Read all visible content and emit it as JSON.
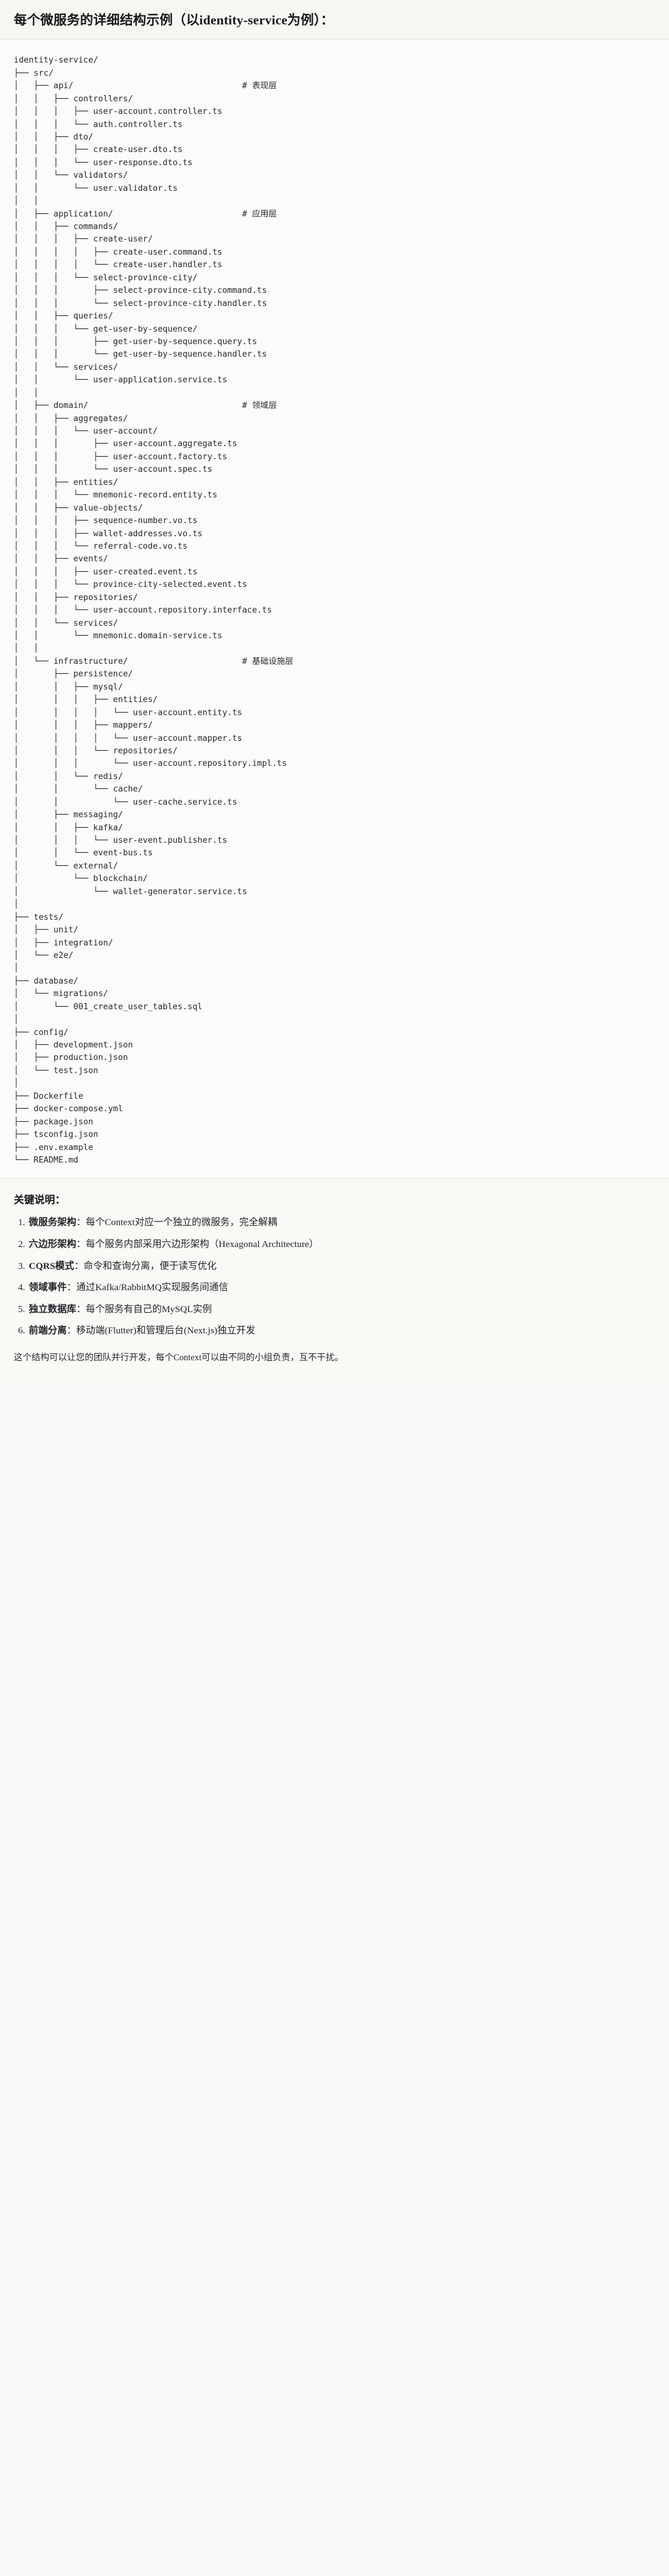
{
  "header": {
    "title": "每个微服务的详细结构示例（以identity-service为例）："
  },
  "tree": {
    "comment_column": 46,
    "lines": [
      {
        "text": "identity-service/",
        "comment": ""
      },
      {
        "text": "├── src/",
        "comment": ""
      },
      {
        "text": "│   ├── api/",
        "comment": "# 表现层"
      },
      {
        "text": "│   │   ├── controllers/",
        "comment": ""
      },
      {
        "text": "│   │   │   ├── user-account.controller.ts",
        "comment": ""
      },
      {
        "text": "│   │   │   └── auth.controller.ts",
        "comment": ""
      },
      {
        "text": "│   │   ├── dto/",
        "comment": ""
      },
      {
        "text": "│   │   │   ├── create-user.dto.ts",
        "comment": ""
      },
      {
        "text": "│   │   │   └── user-response.dto.ts",
        "comment": ""
      },
      {
        "text": "│   │   └── validators/",
        "comment": ""
      },
      {
        "text": "│   │       └── user.validator.ts",
        "comment": ""
      },
      {
        "text": "│   │",
        "comment": ""
      },
      {
        "text": "│   ├── application/",
        "comment": "# 应用层"
      },
      {
        "text": "│   │   ├── commands/",
        "comment": ""
      },
      {
        "text": "│   │   │   ├── create-user/",
        "comment": ""
      },
      {
        "text": "│   │   │   │   ├── create-user.command.ts",
        "comment": ""
      },
      {
        "text": "│   │   │   │   └── create-user.handler.ts",
        "comment": ""
      },
      {
        "text": "│   │   │   └── select-province-city/",
        "comment": ""
      },
      {
        "text": "│   │   │       ├── select-province-city.command.ts",
        "comment": ""
      },
      {
        "text": "│   │   │       └── select-province-city.handler.ts",
        "comment": ""
      },
      {
        "text": "│   │   ├── queries/",
        "comment": ""
      },
      {
        "text": "│   │   │   └── get-user-by-sequence/",
        "comment": ""
      },
      {
        "text": "│   │   │       ├── get-user-by-sequence.query.ts",
        "comment": ""
      },
      {
        "text": "│   │   │       └── get-user-by-sequence.handler.ts",
        "comment": ""
      },
      {
        "text": "│   │   └── services/",
        "comment": ""
      },
      {
        "text": "│   │       └── user-application.service.ts",
        "comment": ""
      },
      {
        "text": "│   │",
        "comment": ""
      },
      {
        "text": "│   ├── domain/",
        "comment": "# 领域层"
      },
      {
        "text": "│   │   ├── aggregates/",
        "comment": ""
      },
      {
        "text": "│   │   │   └── user-account/",
        "comment": ""
      },
      {
        "text": "│   │   │       ├── user-account.aggregate.ts",
        "comment": ""
      },
      {
        "text": "│   │   │       ├── user-account.factory.ts",
        "comment": ""
      },
      {
        "text": "│   │   │       └── user-account.spec.ts",
        "comment": ""
      },
      {
        "text": "│   │   ├── entities/",
        "comment": ""
      },
      {
        "text": "│   │   │   └── mnemonic-record.entity.ts",
        "comment": ""
      },
      {
        "text": "│   │   ├── value-objects/",
        "comment": ""
      },
      {
        "text": "│   │   │   ├── sequence-number.vo.ts",
        "comment": ""
      },
      {
        "text": "│   │   │   ├── wallet-addresses.vo.ts",
        "comment": ""
      },
      {
        "text": "│   │   │   └── referral-code.vo.ts",
        "comment": ""
      },
      {
        "text": "│   │   ├── events/",
        "comment": ""
      },
      {
        "text": "│   │   │   ├── user-created.event.ts",
        "comment": ""
      },
      {
        "text": "│   │   │   └── province-city-selected.event.ts",
        "comment": ""
      },
      {
        "text": "│   │   ├── repositories/",
        "comment": ""
      },
      {
        "text": "│   │   │   └── user-account.repository.interface.ts",
        "comment": ""
      },
      {
        "text": "│   │   └── services/",
        "comment": ""
      },
      {
        "text": "│   │       └── mnemonic.domain-service.ts",
        "comment": ""
      },
      {
        "text": "│   │",
        "comment": ""
      },
      {
        "text": "│   └── infrastructure/",
        "comment": "# 基础设施层"
      },
      {
        "text": "│       ├── persistence/",
        "comment": ""
      },
      {
        "text": "│       │   ├── mysql/",
        "comment": ""
      },
      {
        "text": "│       │   │   ├── entities/",
        "comment": ""
      },
      {
        "text": "│       │   │   │   └── user-account.entity.ts",
        "comment": ""
      },
      {
        "text": "│       │   │   ├── mappers/",
        "comment": ""
      },
      {
        "text": "│       │   │   │   └── user-account.mapper.ts",
        "comment": ""
      },
      {
        "text": "│       │   │   └── repositories/",
        "comment": ""
      },
      {
        "text": "│       │   │       └── user-account.repository.impl.ts",
        "comment": ""
      },
      {
        "text": "│       │   └── redis/",
        "comment": ""
      },
      {
        "text": "│       │       └── cache/",
        "comment": ""
      },
      {
        "text": "│       │           └── user-cache.service.ts",
        "comment": ""
      },
      {
        "text": "│       ├── messaging/",
        "comment": ""
      },
      {
        "text": "│       │   ├── kafka/",
        "comment": ""
      },
      {
        "text": "│       │   │   └── user-event.publisher.ts",
        "comment": ""
      },
      {
        "text": "│       │   └── event-bus.ts",
        "comment": ""
      },
      {
        "text": "│       └── external/",
        "comment": ""
      },
      {
        "text": "│           └── blockchain/",
        "comment": ""
      },
      {
        "text": "│               └── wallet-generator.service.ts",
        "comment": ""
      },
      {
        "text": "│",
        "comment": ""
      },
      {
        "text": "├── tests/",
        "comment": ""
      },
      {
        "text": "│   ├── unit/",
        "comment": ""
      },
      {
        "text": "│   ├── integration/",
        "comment": ""
      },
      {
        "text": "│   └── e2e/",
        "comment": ""
      },
      {
        "text": "│",
        "comment": ""
      },
      {
        "text": "├── database/",
        "comment": ""
      },
      {
        "text": "│   └── migrations/",
        "comment": ""
      },
      {
        "text": "│       └── 001_create_user_tables.sql",
        "comment": ""
      },
      {
        "text": "│",
        "comment": ""
      },
      {
        "text": "├── config/",
        "comment": ""
      },
      {
        "text": "│   ├── development.json",
        "comment": ""
      },
      {
        "text": "│   ├── production.json",
        "comment": ""
      },
      {
        "text": "│   └── test.json",
        "comment": ""
      },
      {
        "text": "│",
        "comment": ""
      },
      {
        "text": "├── Dockerfile",
        "comment": ""
      },
      {
        "text": "├── docker-compose.yml",
        "comment": ""
      },
      {
        "text": "├── package.json",
        "comment": ""
      },
      {
        "text": "├── tsconfig.json",
        "comment": ""
      },
      {
        "text": "├── .env.example",
        "comment": ""
      },
      {
        "text": "└── README.md",
        "comment": ""
      }
    ]
  },
  "notes": {
    "title": "关键说明：",
    "items": [
      {
        "label": "微服务架构",
        "sep": "：",
        "text": "每个Context对应一个独立的微服务，完全解耦"
      },
      {
        "label": "六边形架构",
        "sep": "：",
        "text": "每个服务内部采用六边形架构（Hexagonal Architecture）"
      },
      {
        "label": "CQRS模式",
        "sep": "：",
        "text": "命令和查询分离，便于读写优化"
      },
      {
        "label": "领域事件",
        "sep": "：",
        "text": "通过Kafka/RabbitMQ实现服务间通信"
      },
      {
        "label": "独立数据库",
        "sep": "：",
        "text": "每个服务有自己的MySQL实例"
      },
      {
        "label": "前端分离",
        "sep": "：",
        "text": "移动端(Flutter)和管理后台(Next.js)独立开发"
      }
    ],
    "footer": "这个结构可以让您的团队并行开发，每个Context可以由不同的小组负责，互不干扰。"
  }
}
